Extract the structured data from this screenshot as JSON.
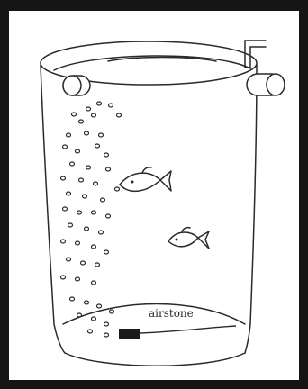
{
  "labels": {
    "airstone": "airstone"
  },
  "colors": {
    "frame": "#151515",
    "background": "#ffffff",
    "ink": "#2a2a2a",
    "airstone": "#1a1a1a"
  },
  "icons": [
    "tank",
    "fish",
    "tube",
    "airstone",
    "bubbles"
  ]
}
